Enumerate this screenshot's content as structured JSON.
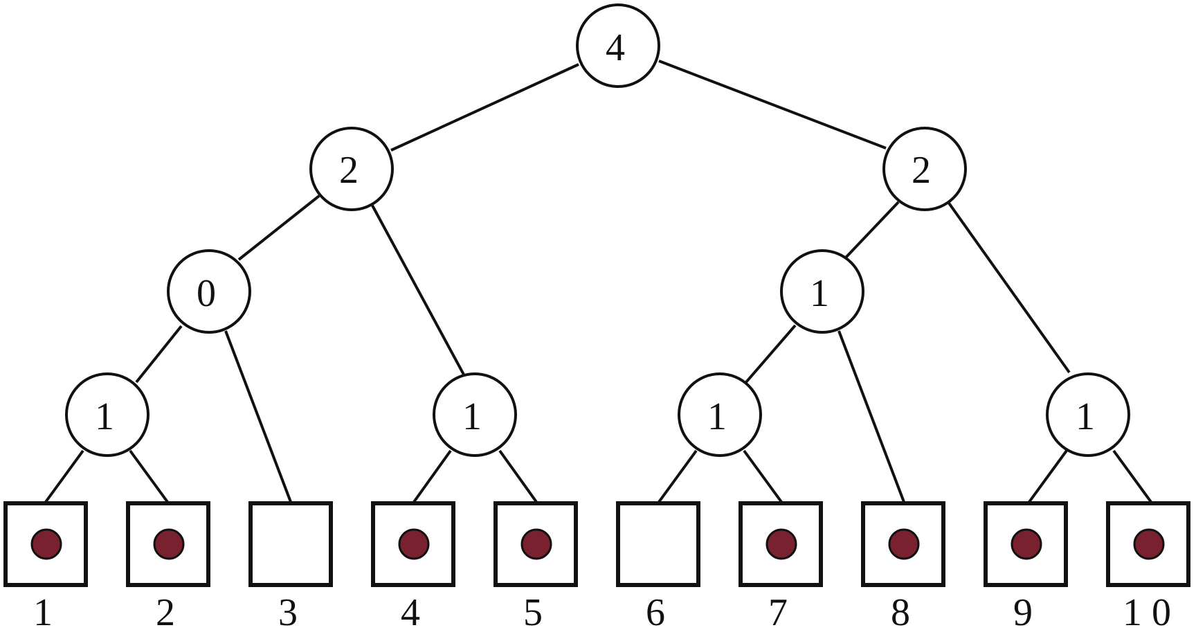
{
  "colors": {
    "line": "#111111",
    "dot": "#7a2130",
    "background": "#ffffff"
  },
  "tree": {
    "nodes": [
      {
        "id": "root",
        "label": "4"
      },
      {
        "id": "l",
        "label": "2"
      },
      {
        "id": "r",
        "label": "2"
      },
      {
        "id": "ll",
        "label": "0"
      },
      {
        "id": "rl",
        "label": "1"
      },
      {
        "id": "lll",
        "label": "1"
      },
      {
        "id": "llr",
        "label": "1"
      },
      {
        "id": "rll",
        "label": "1"
      },
      {
        "id": "rr",
        "label": "1"
      }
    ],
    "leaves": [
      {
        "label": "1",
        "filled": true
      },
      {
        "label": "2",
        "filled": true
      },
      {
        "label": "3",
        "filled": false
      },
      {
        "label": "4",
        "filled": true
      },
      {
        "label": "5",
        "filled": true
      },
      {
        "label": "6",
        "filled": false
      },
      {
        "label": "7",
        "filled": true
      },
      {
        "label": "8",
        "filled": true
      },
      {
        "label": "9",
        "filled": true
      },
      {
        "label": "1 0",
        "filled": true
      }
    ]
  }
}
